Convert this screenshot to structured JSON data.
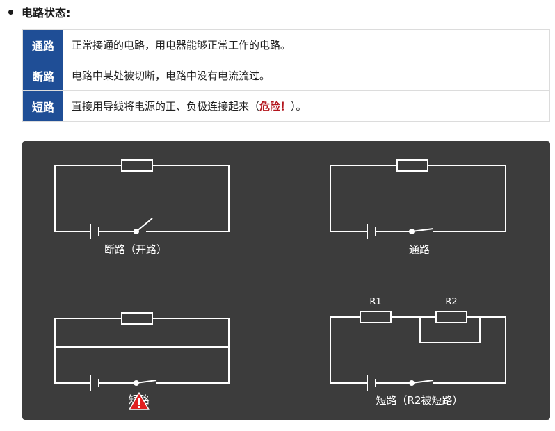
{
  "heading": {
    "text": "电路状态:",
    "icon": "bullet"
  },
  "states": [
    {
      "term": "通路",
      "desc": "正常接通的电路，用电器能够正常工作的电路。"
    },
    {
      "term": "断路",
      "desc": "电路中某处被切断，电路中没有电流流过。"
    },
    {
      "term": "短路",
      "desc_before": "直接用导线将电源的正、负极连接起来（",
      "desc_danger": "危险！",
      "desc_after": "）。"
    }
  ],
  "diagrams": {
    "open": {
      "caption": "断路（开路）"
    },
    "closed": {
      "caption": "通路"
    },
    "short": {
      "caption": "短路",
      "icon": "warning-triangle-icon"
    },
    "partial_short": {
      "caption": "短路（R2被短路）",
      "r1": "R1",
      "r2": "R2"
    }
  },
  "colors": {
    "term_bg": "#1f4e96",
    "danger": "#b3151d",
    "panel_bg": "#3c3c3c",
    "wire": "#ffffff",
    "warning": "#e02020"
  }
}
